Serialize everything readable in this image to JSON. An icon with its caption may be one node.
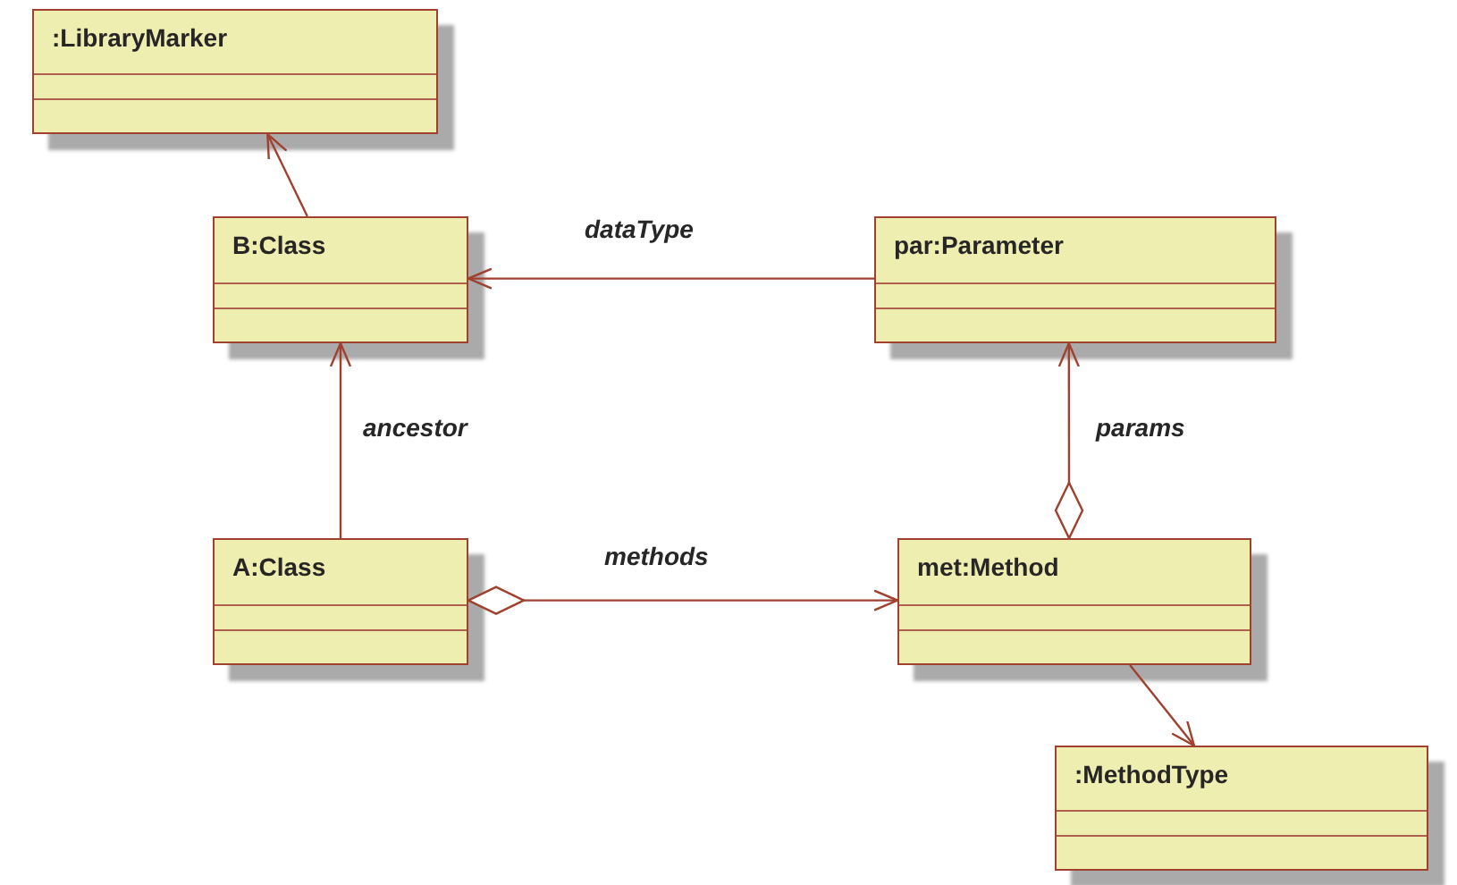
{
  "diagram": {
    "nodes": [
      {
        "text": [
          ":LibraryMarker"
        ]
      },
      {
        "text": [
          "B:Class"
        ]
      },
      {
        "text": [
          "par:Parameter"
        ]
      },
      {
        "text": [
          "A:Class"
        ]
      },
      {
        "text": [
          "met:Method"
        ]
      },
      {
        "text": [
          ":MethodType"
        ]
      }
    ],
    "edges": [
      {
        "from": 1,
        "to": 0,
        "arrow": "to"
      },
      {
        "from": 2,
        "to": 1,
        "arrow": "to",
        "label": "dataType"
      },
      {
        "from": 3,
        "to": 1,
        "arrow": "to",
        "label": "ancestor"
      },
      {
        "from": 4,
        "to": 2,
        "arrow": "to",
        "label": "params"
      },
      {
        "from": 3,
        "to": 4,
        "arrow": "to",
        "label": "methods"
      },
      {
        "from": 4,
        "to": 5,
        "arrow": "to"
      }
    ]
  }
}
